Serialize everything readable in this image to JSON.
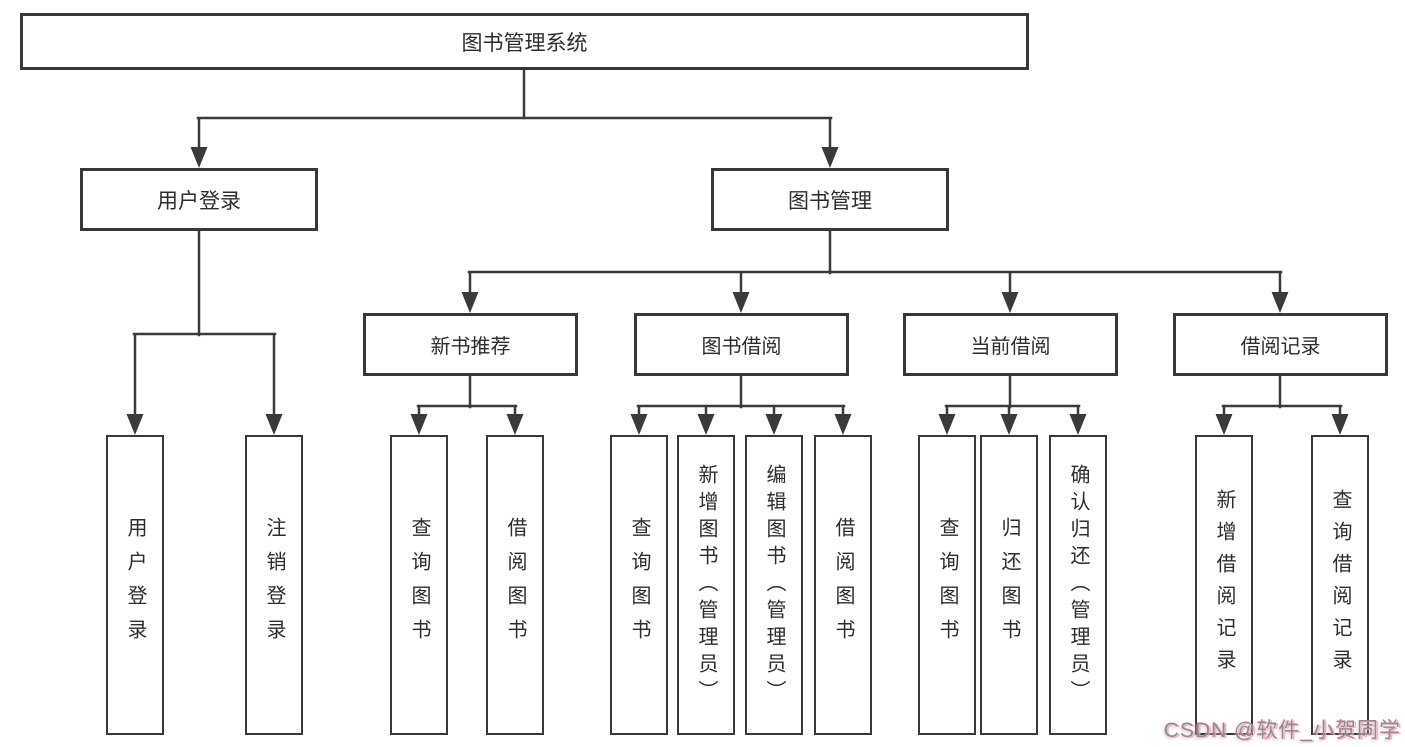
{
  "diagram": {
    "root": "图书管理系统",
    "branches": [
      {
        "label": "用户登录",
        "children": [
          "用户登录",
          "注销登录"
        ]
      },
      {
        "label": "图书管理",
        "sections": [
          {
            "label": "新书推荐",
            "children": [
              "查询图书",
              "借阅图书"
            ]
          },
          {
            "label": "图书借阅",
            "children": [
              "查询图书",
              "新增图书（管理员）",
              "编辑图书（管理员）",
              "借阅图书"
            ]
          },
          {
            "label": "当前借阅",
            "children": [
              "查询图书",
              "归还图书",
              "确认归还（管理员）"
            ]
          },
          {
            "label": "借阅记录",
            "children": [
              "新增借阅记录",
              "查询借阅记录"
            ]
          }
        ]
      }
    ]
  },
  "watermark": {
    "text": "CSDN @软件_小贺同学",
    "text_color": "#8d8d8d",
    "glow_color": "#f2a7bc"
  },
  "colors": {
    "line": "#3a3a3a",
    "border": "#383838",
    "text": "#2d2d2d",
    "background": "#ffffff"
  }
}
